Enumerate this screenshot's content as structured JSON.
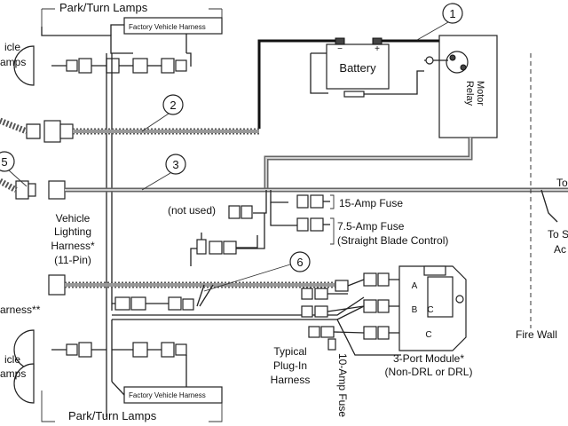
{
  "labels": {
    "park_turn_top": "Park/Turn Lamps",
    "park_turn_bottom": "Park/Turn Lamps",
    "factory_harness_top": "Factory Vehicle Harness",
    "factory_harness_bottom": "Factory Vehicle Harness",
    "vehicle_lamps_top_1": "icle",
    "vehicle_lamps_top_2": "amps",
    "vehicle_lamps_bottom_1": "icle",
    "vehicle_lamps_bottom_2": "amps",
    "battery": "Battery",
    "battery_neg": "−",
    "battery_pos": "+",
    "motor_relay_1": "Motor",
    "motor_relay_2": "Relay",
    "to_right": "To",
    "to_s": "To S",
    "ac": "Ac",
    "not_used": "(not used)",
    "fuse_15": "15-Amp Fuse",
    "fuse_75": "7.5-Amp Fuse",
    "straight_blade": "(Straight Blade Control)",
    "lighting_harness_1": "Vehicle",
    "lighting_harness_2": "Lighting",
    "lighting_harness_3": "Harness*",
    "lighting_harness_4": "(11-Pin)",
    "harness_partial": "arness**",
    "typical_1": "Typical",
    "typical_2": "Plug-In",
    "typical_3": "Harness",
    "fuse_10": "10-Amp Fuse",
    "module_1": "3-Port Module*",
    "module_2": "(Non-DRL or DRL)",
    "fire_wall": "Fire Wall",
    "port_a": "A",
    "port_b": "B",
    "port_c": "C"
  },
  "callouts": [
    "1",
    "2",
    "3",
    "5",
    "6"
  ]
}
